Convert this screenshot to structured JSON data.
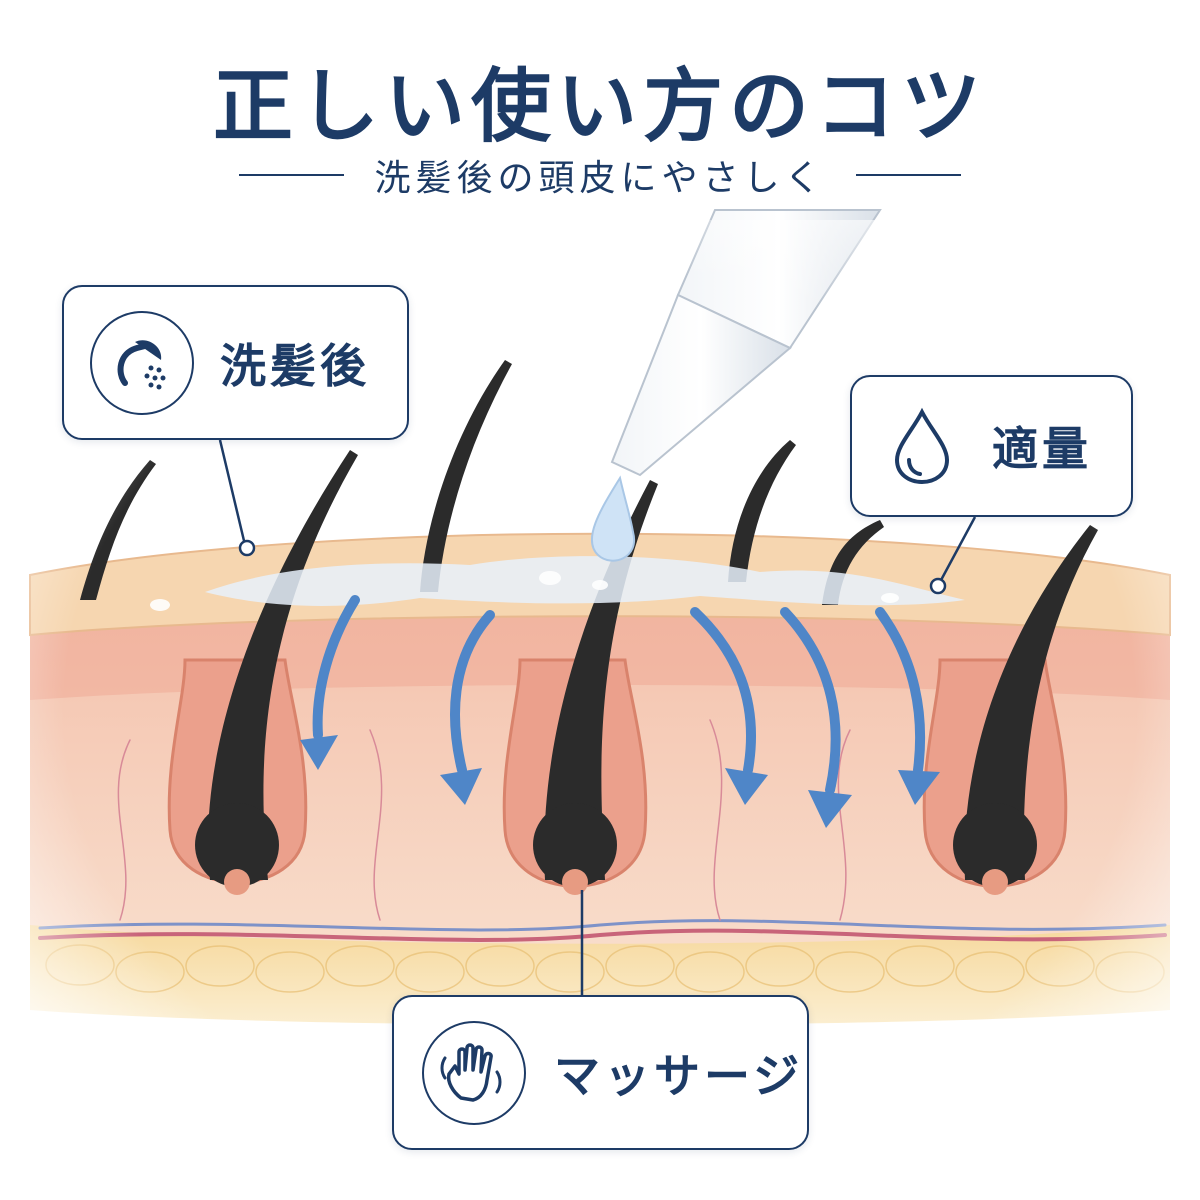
{
  "title": "正しい使い方のコツ",
  "subtitle": "洗髪後の頭皮にやさしく",
  "callouts": {
    "after_wash": {
      "label": "洗髪後",
      "icon": "shower-icon"
    },
    "right_amount": {
      "label": "適量",
      "icon": "water-drop-icon"
    },
    "massage": {
      "label": "マッサージ",
      "icon": "hand-icon"
    }
  },
  "colors": {
    "navy": "#1d3b66",
    "arrow_blue": "#4f86c8",
    "skin_surface": "#f6d6b0",
    "dermis": "#f3c7b3",
    "fat_layer": "#f3d08b",
    "hair": "#2b2b2b"
  }
}
